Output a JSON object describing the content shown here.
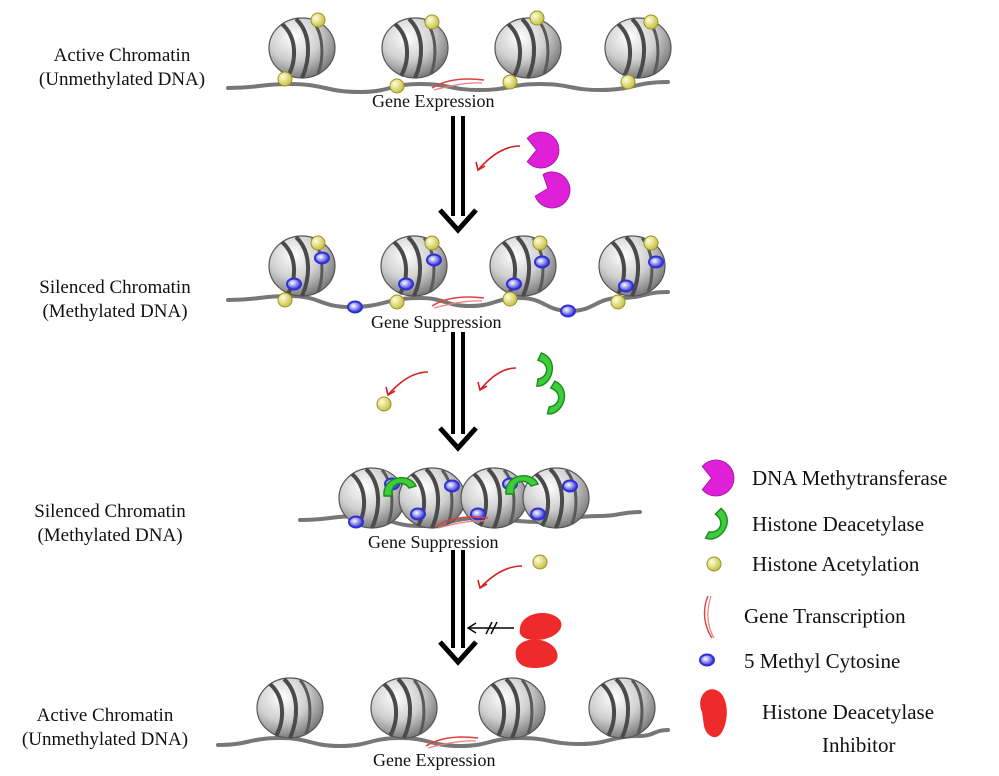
{
  "stages": [
    {
      "line1": "Active Chromatin",
      "line2": "(Unmethylated DNA)",
      "gene": "Gene Expression"
    },
    {
      "line1": "Silenced Chromatin",
      "line2": "(Methylated DNA)",
      "gene": "Gene Suppression"
    },
    {
      "line1": "Silenced Chromatin",
      "line2": "(Methylated DNA)",
      "gene": "Gene Suppression"
    },
    {
      "line1": "Active Chromatin",
      "line2": "(Unmethylated DNA)",
      "gene": "Gene Expression"
    }
  ],
  "legend": {
    "dnmt": "DNA Methytransferase",
    "hdac": "Histone Deacetylase",
    "acetyl": "Histone Acetylation",
    "transcription": "Gene Transcription",
    "methyl": "5 Methyl Cytosine",
    "inhibitor_line1": "Histone Deacetylase",
    "inhibitor_line2": "Inhibitor"
  },
  "colors": {
    "dnmt": "#e020d8",
    "hdac": "#3ccc3c",
    "acetyl": "#e6e07a",
    "methyl": "#2f2fd6",
    "inhibitor": "#ee2a2a",
    "arrow_red": "#d42020",
    "dna": "#777777"
  }
}
